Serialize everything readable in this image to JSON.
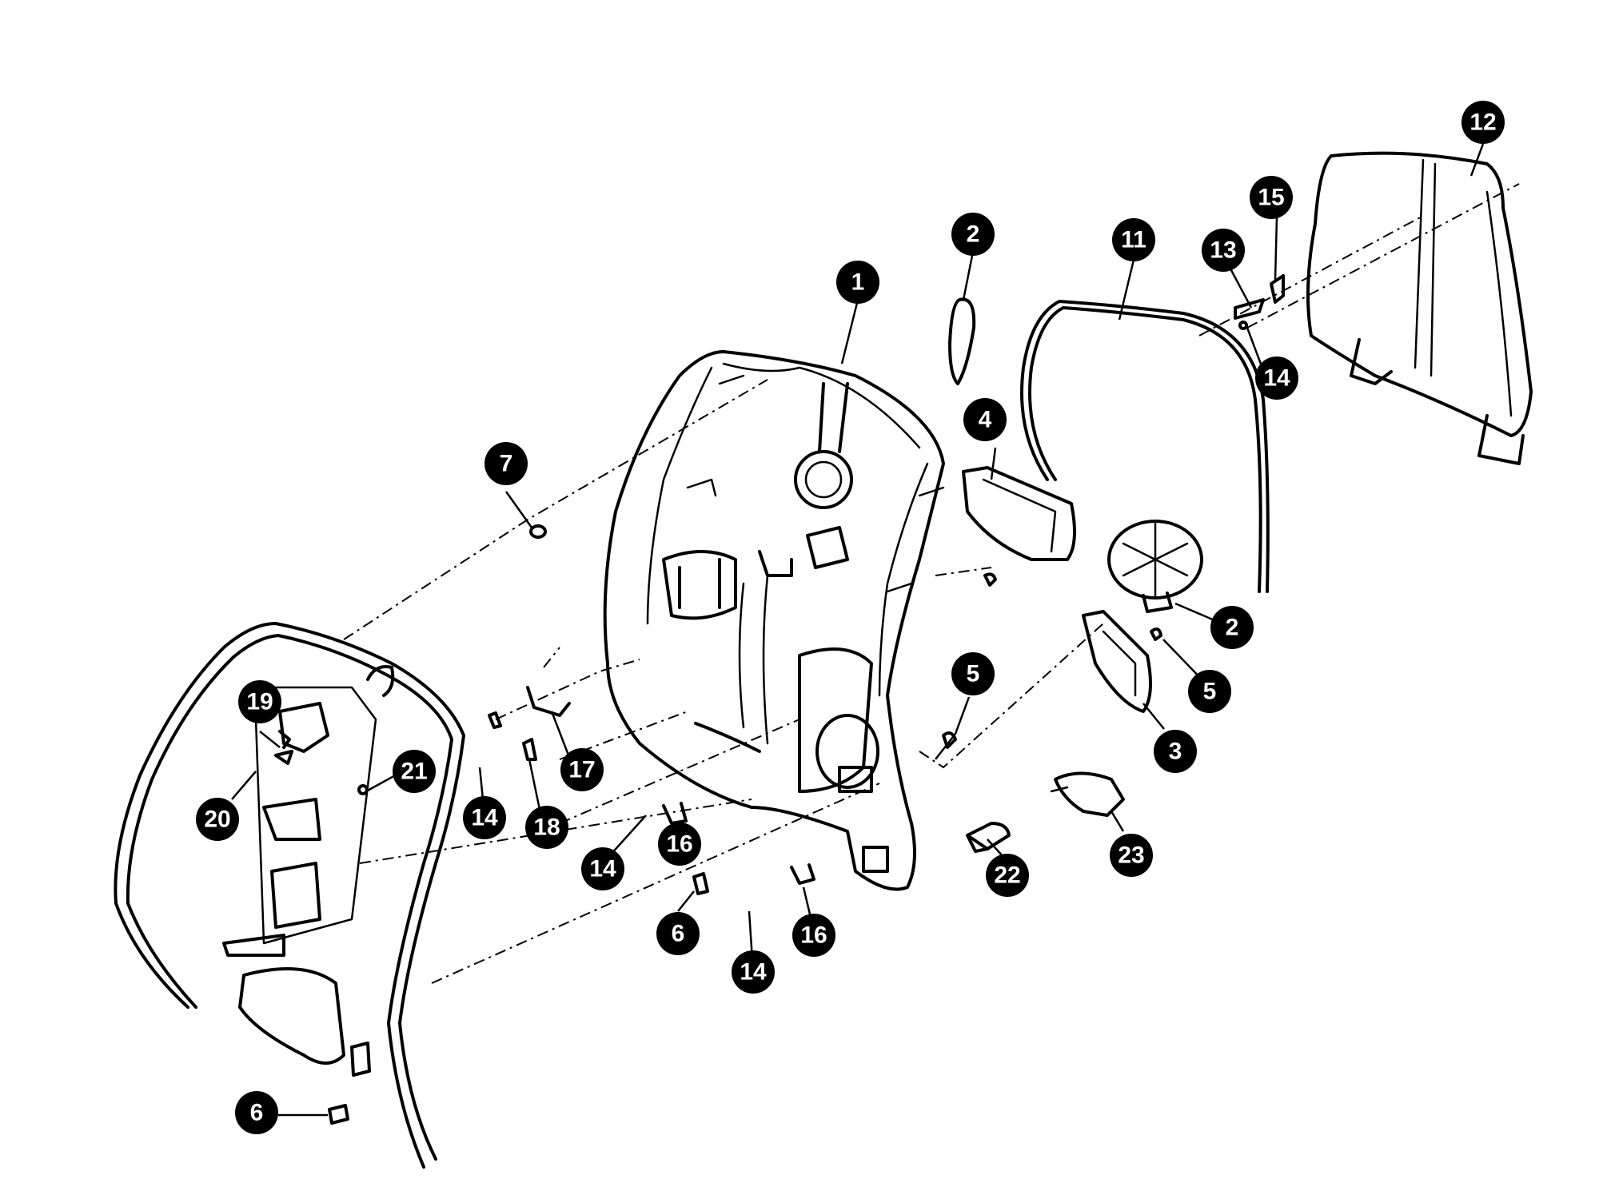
{
  "callouts": [
    {
      "id": "c1",
      "label": "1"
    },
    {
      "id": "c2a",
      "label": "2"
    },
    {
      "id": "c2b",
      "label": "2"
    },
    {
      "id": "c3",
      "label": "3"
    },
    {
      "id": "c4",
      "label": "4"
    },
    {
      "id": "c5a",
      "label": "5"
    },
    {
      "id": "c5b",
      "label": "5"
    },
    {
      "id": "c6a",
      "label": "6"
    },
    {
      "id": "c6b",
      "label": "6"
    },
    {
      "id": "c7",
      "label": "7"
    },
    {
      "id": "c11",
      "label": "11"
    },
    {
      "id": "c12",
      "label": "12"
    },
    {
      "id": "c13",
      "label": "13"
    },
    {
      "id": "c14a",
      "label": "14"
    },
    {
      "id": "c14b",
      "label": "14"
    },
    {
      "id": "c14c",
      "label": "14"
    },
    {
      "id": "c14d",
      "label": "14"
    },
    {
      "id": "c15",
      "label": "15"
    },
    {
      "id": "c16a",
      "label": "16"
    },
    {
      "id": "c16b",
      "label": "16"
    },
    {
      "id": "c17",
      "label": "17"
    },
    {
      "id": "c18",
      "label": "18"
    },
    {
      "id": "c19",
      "label": "19"
    },
    {
      "id": "c20",
      "label": "20"
    },
    {
      "id": "c21",
      "label": "21"
    },
    {
      "id": "c22",
      "label": "22"
    },
    {
      "id": "c23",
      "label": "23"
    }
  ]
}
